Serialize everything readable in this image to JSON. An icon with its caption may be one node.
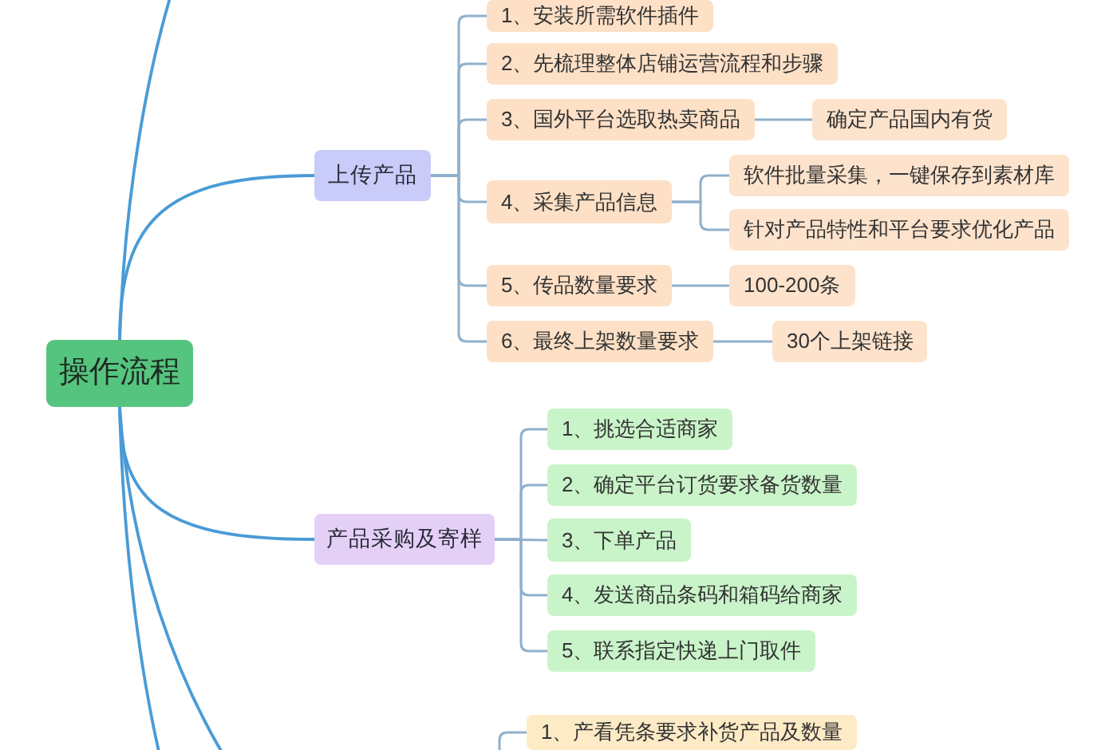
{
  "diagram": {
    "nodes": [
      {
        "text": [
          "操作流程"
        ]
      },
      {
        "text": [
          "上传产品"
        ]
      },
      {
        "text": [
          "1、安装所需软件插件"
        ]
      },
      {
        "text": [
          "2、先梳理整体店铺运营流程和步骤"
        ]
      },
      {
        "text": [
          "3、国外平台选取热卖商品"
        ]
      },
      {
        "text": [
          "确定产品国内有货"
        ]
      },
      {
        "text": [
          "4、采集产品信息"
        ]
      },
      {
        "text": [
          "软件批量采集，一键保存到素材库"
        ]
      },
      {
        "text": [
          "针对产品特性和平台要求优化产品"
        ]
      },
      {
        "text": [
          "5、传品数量要求"
        ]
      },
      {
        "text": [
          "100-200条"
        ]
      },
      {
        "text": [
          "6、最终上架数量要求"
        ]
      },
      {
        "text": [
          "30个上架链接"
        ]
      },
      {
        "text": [
          "产品采购及寄样"
        ]
      },
      {
        "text": [
          "1、挑选合适商家"
        ]
      },
      {
        "text": [
          "2、确定平台订货要求备货数量"
        ]
      },
      {
        "text": [
          "3、下单产品"
        ]
      },
      {
        "text": [
          "4、发送商品条码和箱码给商家"
        ]
      },
      {
        "text": [
          "5、联系指定快递上门取件"
        ]
      },
      {
        "text": [
          "1、产看凭条要求补货产品及数量"
        ]
      }
    ],
    "edges": [
      {
        "from": 0,
        "to": null,
        "arrow": "none",
        "color": "#4a9bd6"
      },
      {
        "from": 0,
        "to": 1,
        "arrow": "none",
        "color": "#4a9bd6"
      },
      {
        "from": 0,
        "to": 13,
        "arrow": "none",
        "color": "#4a9bd6"
      },
      {
        "from": 0,
        "to": null,
        "arrow": "none",
        "color": "#4a9bd6"
      },
      {
        "from": 0,
        "to": null,
        "arrow": "none",
        "color": "#4a9bd6"
      },
      {
        "from": 1,
        "to": 2,
        "arrow": "none"
      },
      {
        "from": 1,
        "to": 3,
        "arrow": "none"
      },
      {
        "from": 1,
        "to": 4,
        "arrow": "none"
      },
      {
        "from": 1,
        "to": 6,
        "arrow": "none"
      },
      {
        "from": 1,
        "to": 9,
        "arrow": "none"
      },
      {
        "from": 1,
        "to": 11,
        "arrow": "none"
      },
      {
        "from": 4,
        "to": 5,
        "arrow": "none"
      },
      {
        "from": 6,
        "to": 7,
        "arrow": "none"
      },
      {
        "from": 6,
        "to": 8,
        "arrow": "none"
      },
      {
        "from": 9,
        "to": 10,
        "arrow": "none"
      },
      {
        "from": 11,
        "to": 12,
        "arrow": "none"
      },
      {
        "from": 13,
        "to": 14,
        "arrow": "none"
      },
      {
        "from": 13,
        "to": 15,
        "arrow": "none"
      },
      {
        "from": 13,
        "to": 16,
        "arrow": "none"
      },
      {
        "from": 13,
        "to": 17,
        "arrow": "none"
      },
      {
        "from": 13,
        "to": 18,
        "arrow": "none"
      },
      {
        "from": null,
        "to": 19,
        "arrow": "none"
      }
    ]
  }
}
